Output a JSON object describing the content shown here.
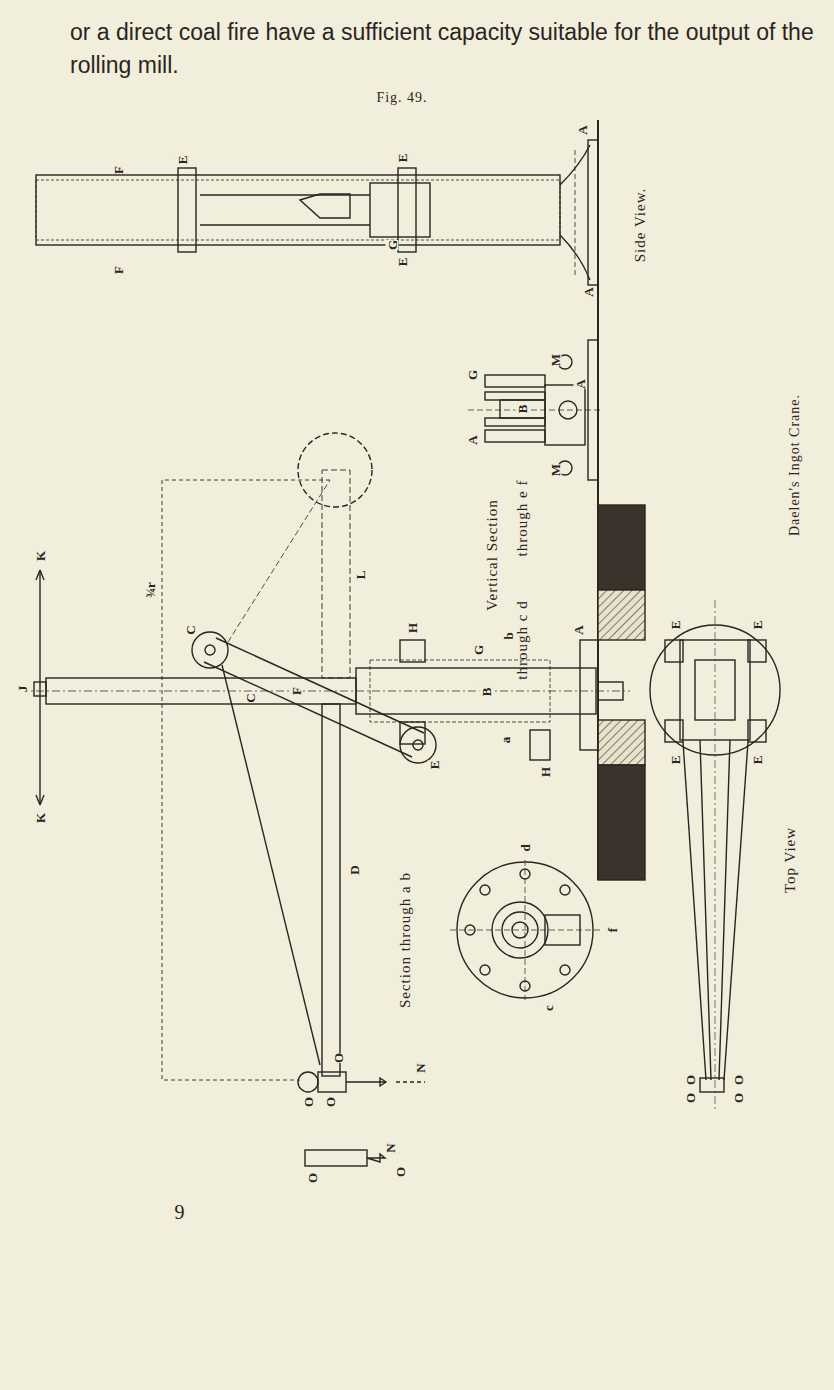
{
  "diagram": {
    "title": "Fig. 49.",
    "caption": "Daelen's Ingot Crane.",
    "labels": [
      "or a direct coal fire have a sufficient capacity suitable for the output of the rolling mill.",
      "Side View.",
      "F",
      "E",
      "E",
      "F",
      "E",
      "G",
      "A",
      "A",
      "G",
      "B",
      "A",
      "M",
      "A",
      "M",
      "Vertical Section",
      "through c d",
      "through e f",
      "K",
      "J",
      "K",
      "¾r",
      "C",
      "C",
      "L",
      "F",
      "H",
      "G",
      "b",
      "B",
      "a",
      "H",
      "E",
      "A",
      "D",
      "O",
      "O",
      "O",
      "N",
      "N",
      "O",
      "O",
      "Section through a b",
      "d",
      "c",
      "f",
      "Top View",
      "E",
      "E",
      "E",
      "E",
      "O",
      "O",
      "O",
      "O",
      "9"
    ]
  }
}
